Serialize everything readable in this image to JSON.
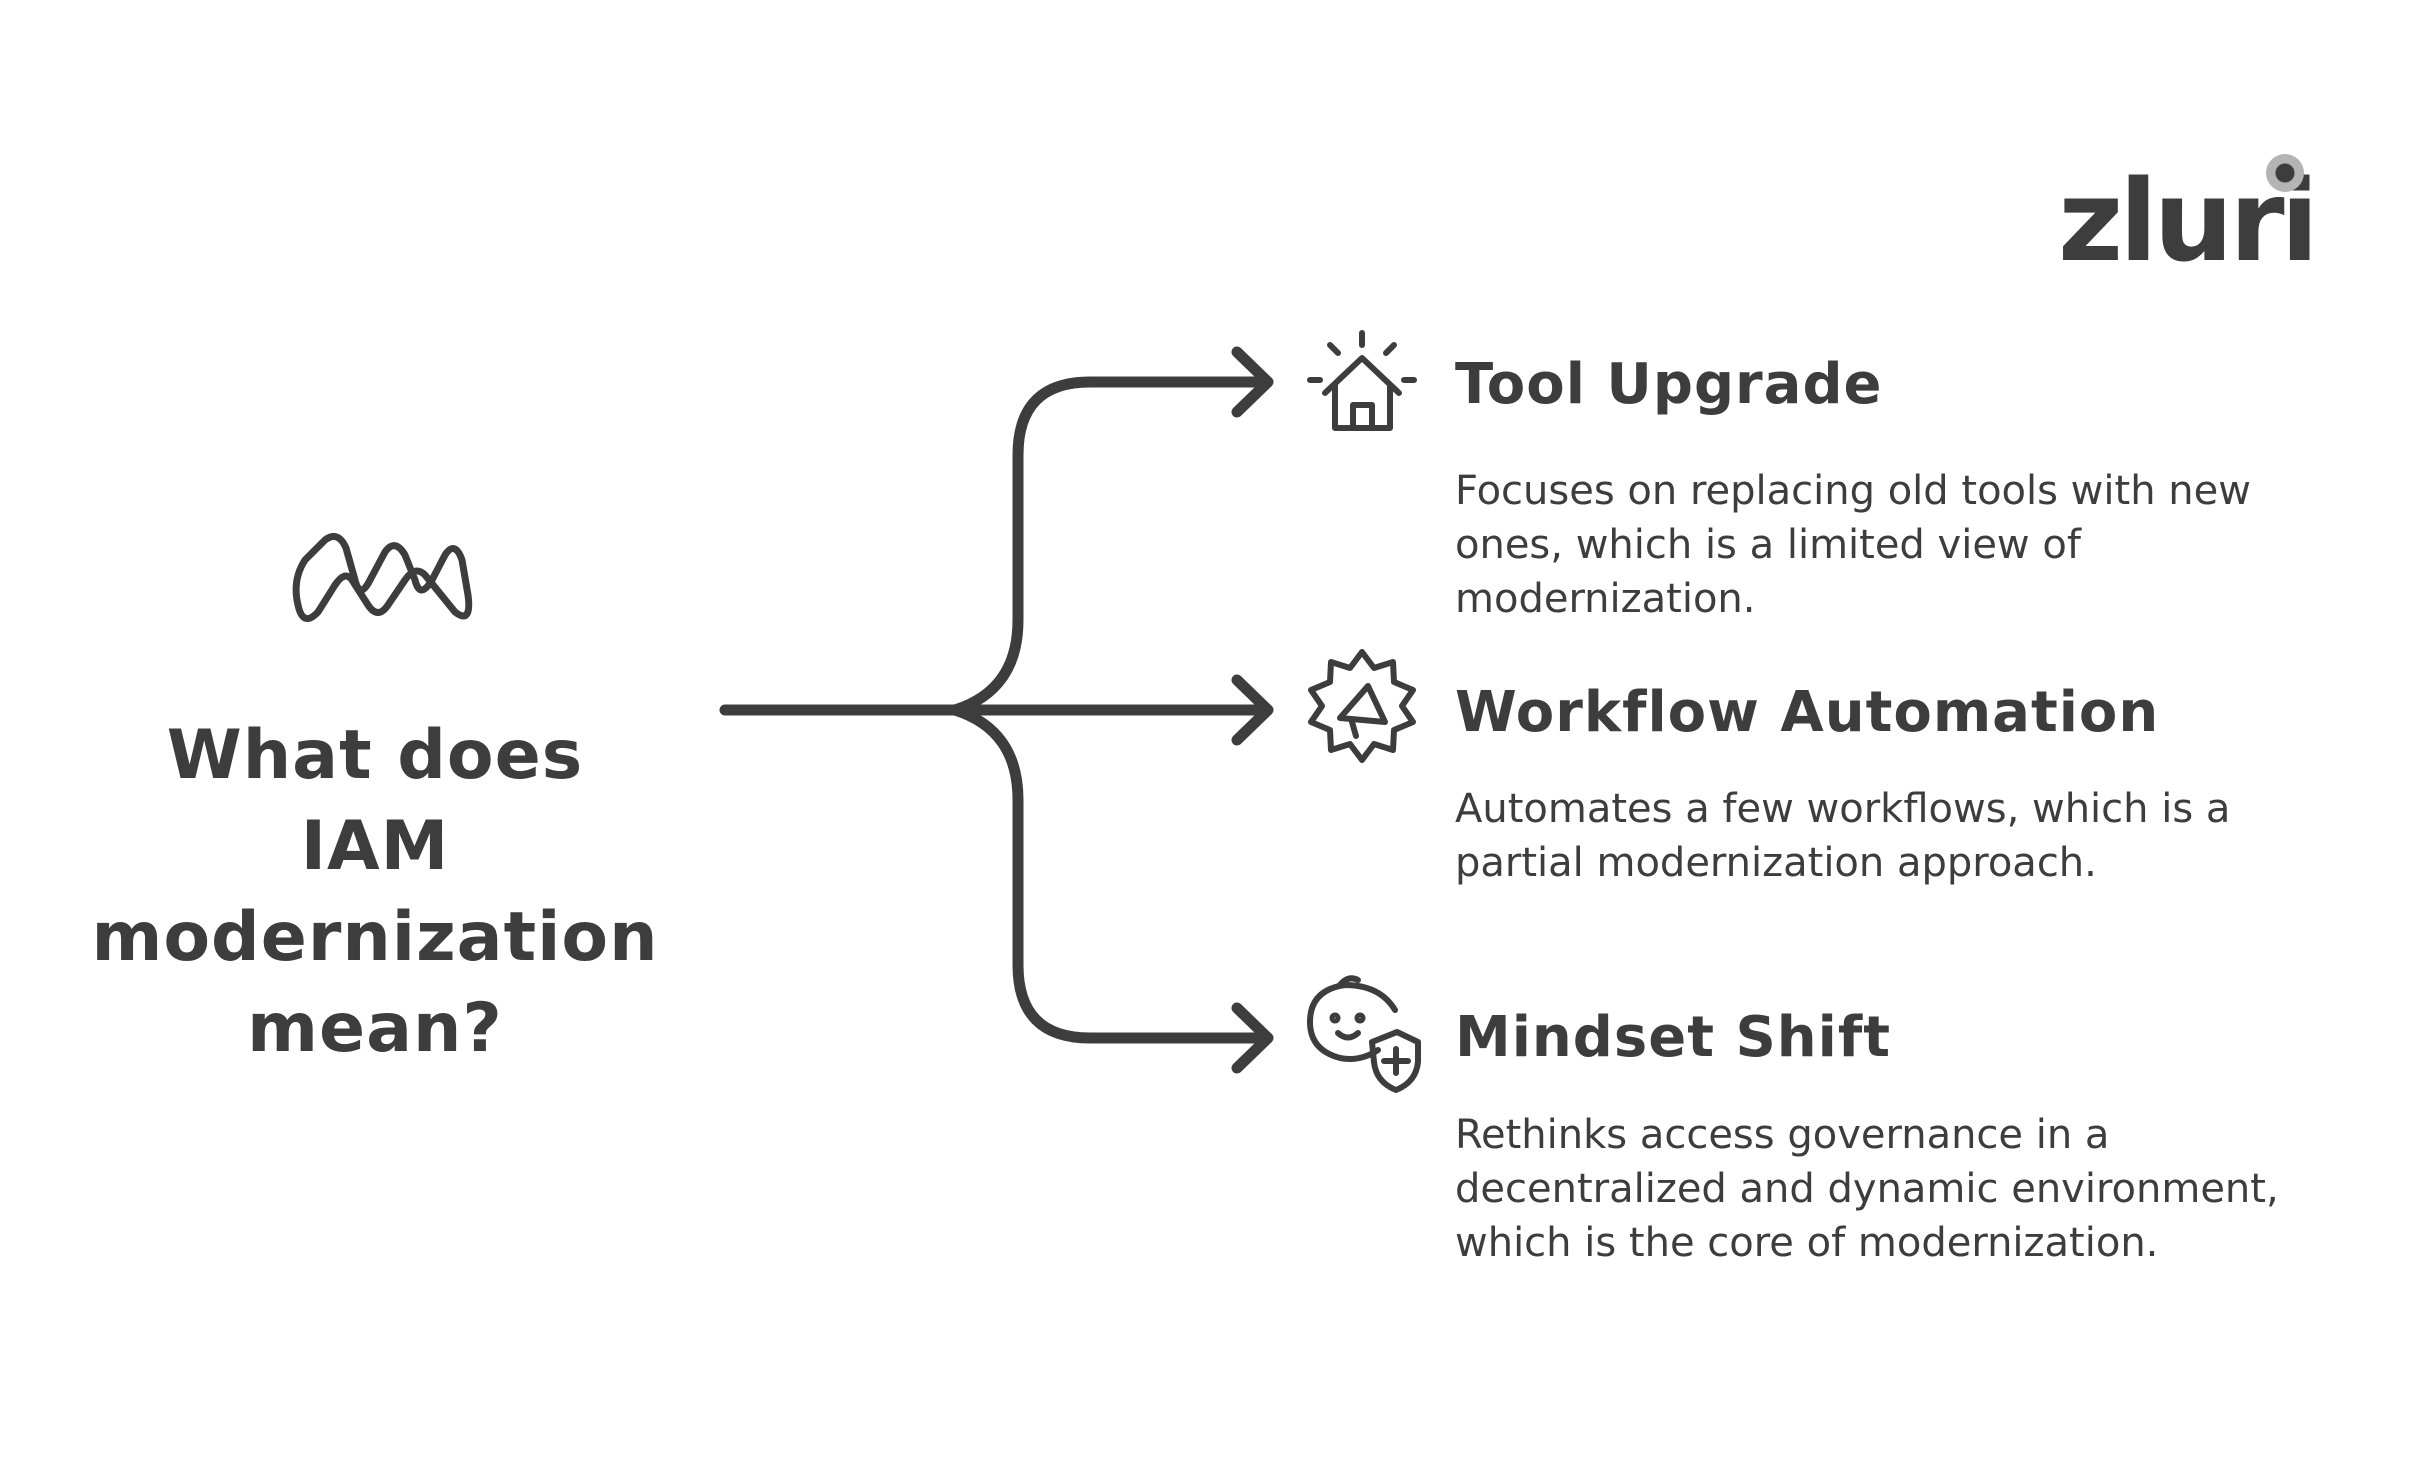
{
  "brand": {
    "logo_text": "zluri"
  },
  "question": {
    "lines": [
      "What does",
      "IAM",
      "modernization",
      "mean?"
    ]
  },
  "branches": [
    {
      "title": "Tool Upgrade",
      "description": "Focuses on replacing old tools with new ones, which is a limited view of modernization.",
      "icon": "house-icon"
    },
    {
      "title": "Workflow Automation",
      "description": "Automates a few workflows, which is a partial modernization approach.",
      "icon": "gear-megaphone-icon"
    },
    {
      "title": "Mindset Shift",
      "description": "Rethinks access governance in a decentralized and dynamic environment, which is the core of modernization.",
      "icon": "baby-shield-icon"
    }
  ],
  "colors": {
    "ink": "#3d3d3d",
    "background": "#ffffff"
  }
}
